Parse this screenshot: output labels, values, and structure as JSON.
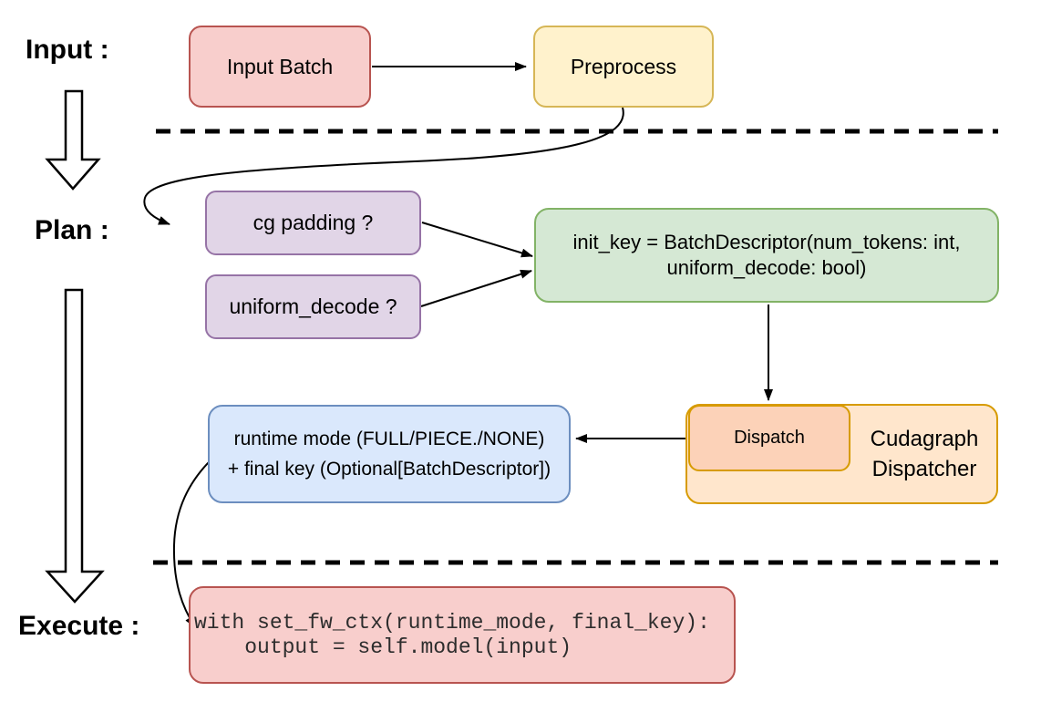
{
  "sections": {
    "input": {
      "label": "Input :"
    },
    "plan": {
      "label": "Plan :"
    },
    "execute": {
      "label": "Execute :"
    }
  },
  "nodes": {
    "input_batch": {
      "label": "Input Batch",
      "fill": "#f8cecc",
      "stroke": "#b85450"
    },
    "preprocess": {
      "label": "Preprocess",
      "fill": "#fff2cc",
      "stroke": "#d6b656"
    },
    "cg_padding": {
      "label": "cg padding ?",
      "fill": "#e1d5e7",
      "stroke": "#9673a6"
    },
    "uniform_decode": {
      "label": "uniform_decode ?",
      "fill": "#e1d5e7",
      "stroke": "#9673a6"
    },
    "init_key": {
      "lines": [
        "init_key = BatchDescriptor(num_tokens: int,",
        "uniform_decode: bool)"
      ],
      "fill": "#d5e8d4",
      "stroke": "#82b366"
    },
    "dispatch": {
      "label": "Dispatch",
      "fill": "#fcd2b8",
      "stroke": "#d79b00"
    },
    "cudagraph_dispatcher": {
      "lines": [
        "Cudagraph",
        "Dispatcher"
      ],
      "fill": "#ffe6cc",
      "stroke": "#d79b00"
    },
    "runtime_mode": {
      "lines": [
        "runtime mode (FULL/PIECE./NONE)",
        "+ final key (Optional[BatchDescriptor])"
      ],
      "fill": "#dae8fc",
      "stroke": "#6c8ebf"
    },
    "execute_code": {
      "lines": [
        "with set_fw_ctx(runtime_mode, final_key):",
        "    output = self.model(input)"
      ],
      "fill": "#f8cecc",
      "stroke": "#b85450"
    }
  },
  "colors": {
    "connector": "#000000",
    "divider": "#000000",
    "background": "#ffffff"
  }
}
